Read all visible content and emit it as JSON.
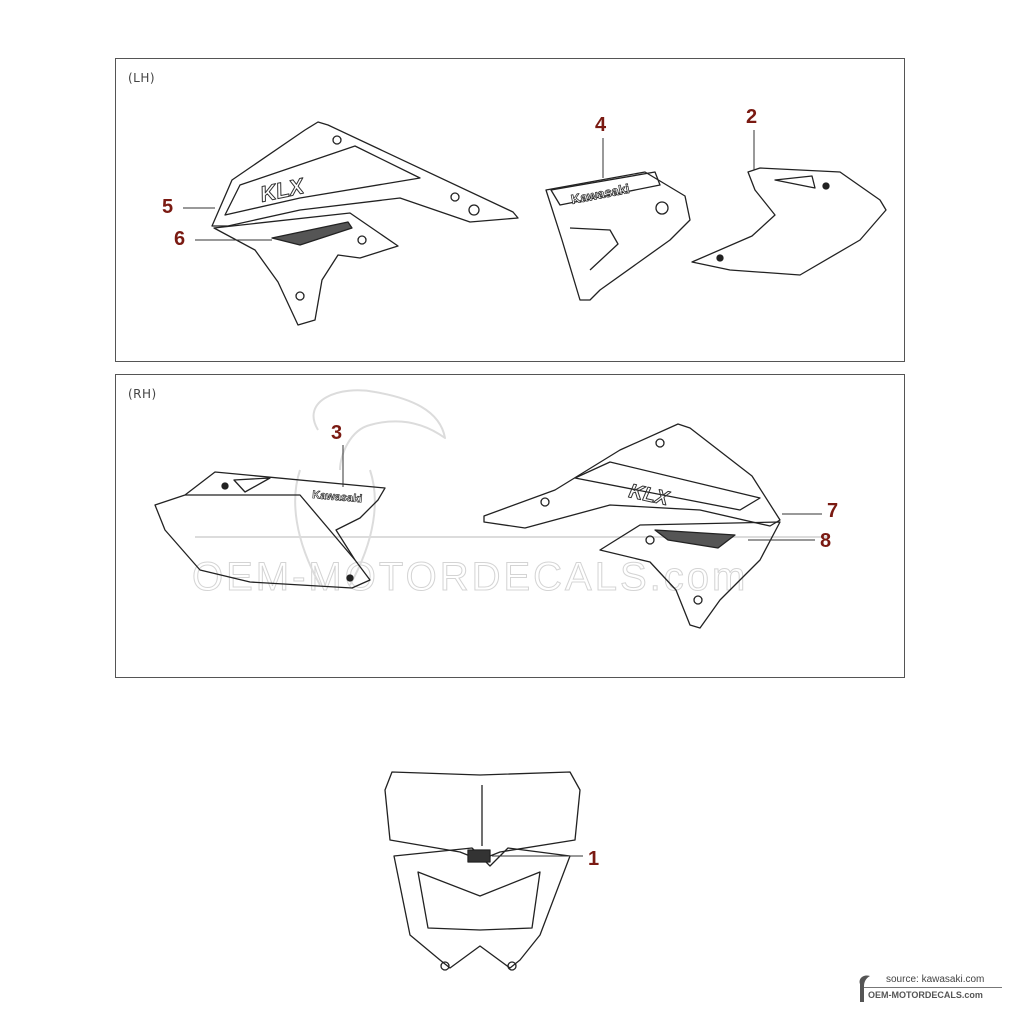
{
  "panels": [
    {
      "id": "lh",
      "label": "(LH)"
    },
    {
      "id": "rh",
      "label": "(RH)"
    }
  ],
  "callouts": [
    {
      "num": "1",
      "part": "headlight-cover-emblem"
    },
    {
      "num": "2",
      "part": "side-cover-lh"
    },
    {
      "num": "3",
      "part": "side-cover-rh-kawasaki"
    },
    {
      "num": "4",
      "part": "frame-cover-kawasaki"
    },
    {
      "num": "5",
      "part": "shroud-lh-klx"
    },
    {
      "num": "6",
      "part": "shroud-lower-lh"
    },
    {
      "num": "7",
      "part": "shroud-rh-klx"
    },
    {
      "num": "8",
      "part": "shroud-lower-rh"
    }
  ],
  "decal_text": {
    "kawasaki_frame": "Kawasaki",
    "kawasaki_side": "Kawasaki",
    "klx": "KLX"
  },
  "watermark": {
    "text": "OEM-MOTORDECALS.com"
  },
  "source": {
    "line1": "source: kawasaki.com",
    "line2": "OEM-MOTORDECALS.com"
  },
  "colors": {
    "callout": "#7a1a12",
    "line": "#222222",
    "frame": "#555555"
  }
}
